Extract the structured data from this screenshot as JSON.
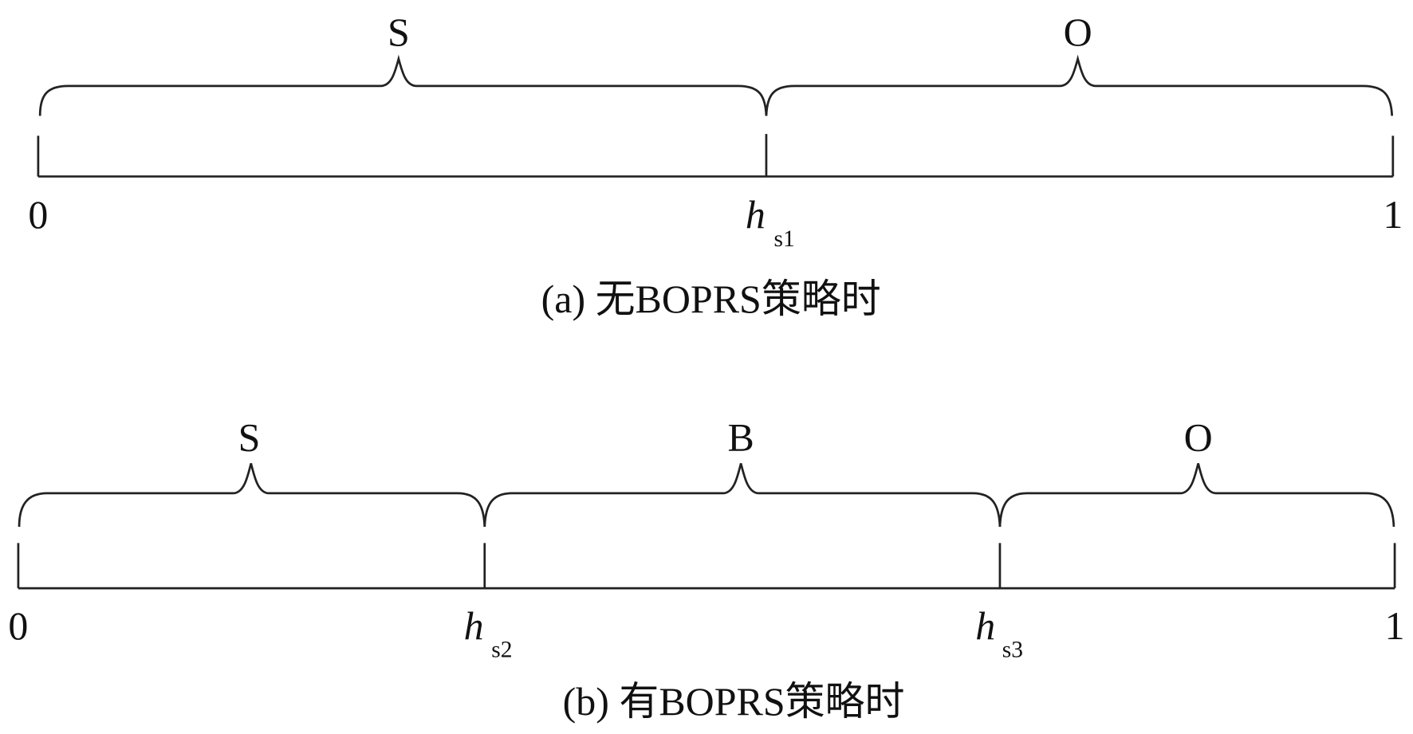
{
  "panel_a": {
    "caption": "(a) 无BOPRS策略时",
    "regions": [
      "S",
      "O"
    ],
    "ticks": {
      "start": "0",
      "h": "h",
      "h_sub": "s1",
      "end": "1"
    }
  },
  "panel_b": {
    "caption": "(b) 有BOPRS策略时",
    "regions": [
      "S",
      "B",
      "O"
    ],
    "ticks": {
      "start": "0",
      "h1": "h",
      "h1_sub": "s2",
      "h2": "h",
      "h2_sub": "s3",
      "end": "1"
    }
  }
}
